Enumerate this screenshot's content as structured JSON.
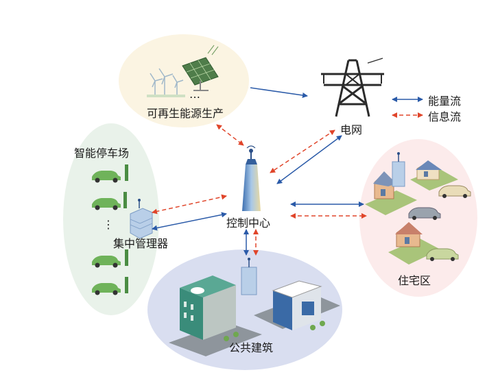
{
  "nodes": {
    "renewable": {
      "label": "可再生能源生产",
      "dots": "…"
    },
    "grid": {
      "label": "电网"
    },
    "control": {
      "label": "控制中心"
    },
    "parking": {
      "label": "智能停车场",
      "manager_label": "集中管理器",
      "dots": "⋮"
    },
    "residential": {
      "label": "住宅区"
    },
    "public": {
      "label": "公共建筑"
    }
  },
  "legend": {
    "energy": {
      "label": "能量流",
      "color": "#2a5aa8"
    },
    "info": {
      "label": "信息流",
      "color": "#e0452a"
    }
  },
  "colors": {
    "renewable_bg": "#fbf4e2",
    "parking_bg": "#e9f2ea",
    "residential_bg": "#fcebeb",
    "public_bg": "#d9def0"
  }
}
